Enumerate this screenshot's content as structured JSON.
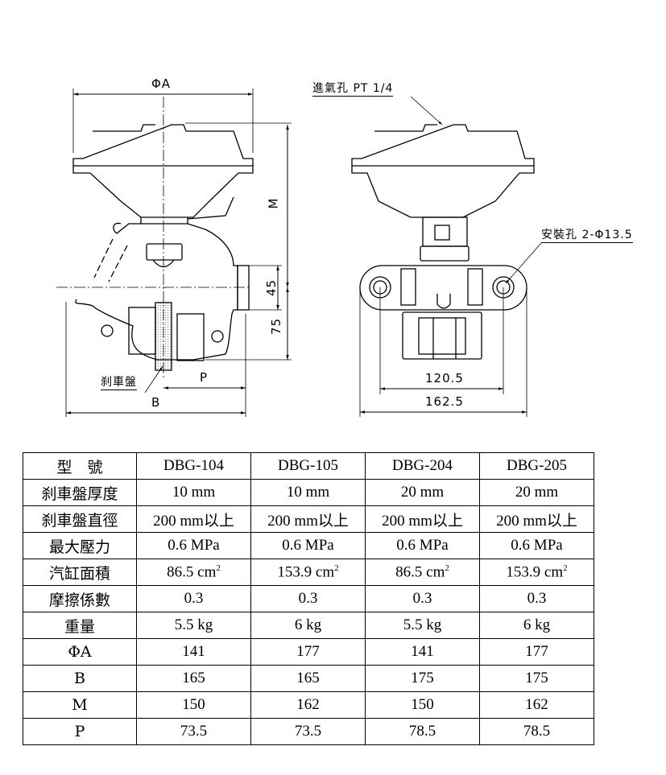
{
  "drawing": {
    "left_view": {
      "dim_phiA": "ΦA",
      "dim_M": "M",
      "dim_45": "45",
      "dim_75": "75",
      "dim_P": "P",
      "dim_B": "B",
      "brake_disc_label": "刹車盤"
    },
    "right_view": {
      "air_inlet_label": "進氣孔 PT 1/4",
      "mount_hole_label": "安裝孔 2-Φ13.5",
      "dim_hole_pitch": "120.5",
      "dim_width": "162.5"
    }
  },
  "table": {
    "header": {
      "label": "型　號",
      "models": [
        "DBG-104",
        "DBG-105",
        "DBG-204",
        "DBG-205"
      ]
    },
    "rows": [
      {
        "label": "刹車盤厚度",
        "values": [
          "10 mm",
          "10 mm",
          "20 mm",
          "20 mm"
        ]
      },
      {
        "label": "刹車盤直徑",
        "values": [
          "200 mm以上",
          "200 mm以上",
          "200 mm以上",
          "200 mm以上"
        ]
      },
      {
        "label": "最大壓力",
        "values": [
          "0.6 MPa",
          "0.6 MPa",
          "0.6 MPa",
          "0.6 MPa"
        ]
      },
      {
        "label": "汽缸面積",
        "values": [
          "86.5 cm",
          "153.9 cm",
          "86.5 cm",
          "153.9 cm"
        ],
        "unit_sup": "2"
      },
      {
        "label": "摩擦係數",
        "values": [
          "0.3",
          "0.3",
          "0.3",
          "0.3"
        ]
      },
      {
        "label": "重量",
        "values": [
          "5.5 kg",
          "6 kg",
          "5.5 kg",
          "6 kg"
        ]
      },
      {
        "label": "ΦA",
        "values": [
          "141",
          "177",
          "141",
          "177"
        ]
      },
      {
        "label": "B",
        "values": [
          "165",
          "165",
          "175",
          "175"
        ]
      },
      {
        "label": "M",
        "values": [
          "150",
          "162",
          "150",
          "162"
        ]
      },
      {
        "label": "P",
        "values": [
          "73.5",
          "73.5",
          "78.5",
          "78.5"
        ]
      }
    ]
  }
}
